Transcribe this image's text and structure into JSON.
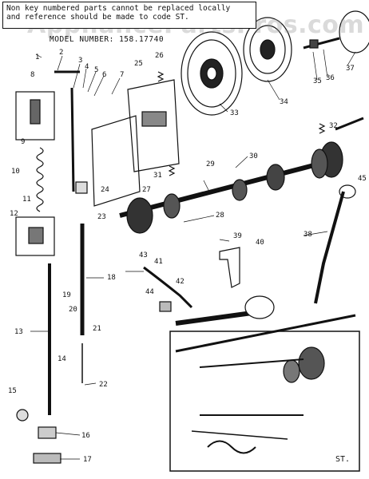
{
  "note": {
    "line1": "Non key numbered parts cannot be replaced locally",
    "line2": "and reference should be made to code ST."
  },
  "model": "MODEL NUMBER: 158.17740",
  "watermark": "AppliancePartsPros.com",
  "corner_text": "ST.",
  "part_labels": [
    "1",
    "2",
    "3",
    "4",
    "5",
    "6",
    "7",
    "8",
    "9",
    "10",
    "11",
    "12",
    "13",
    "14",
    "15",
    "16",
    "17",
    "18",
    "19",
    "20",
    "21",
    "22",
    "23",
    "24",
    "25",
    "26",
    "27",
    "28",
    "29",
    "30",
    "31",
    "32",
    "33",
    "34",
    "35",
    "36",
    "37",
    "38",
    "39",
    "40",
    "41",
    "42",
    "43",
    "44",
    "45"
  ]
}
